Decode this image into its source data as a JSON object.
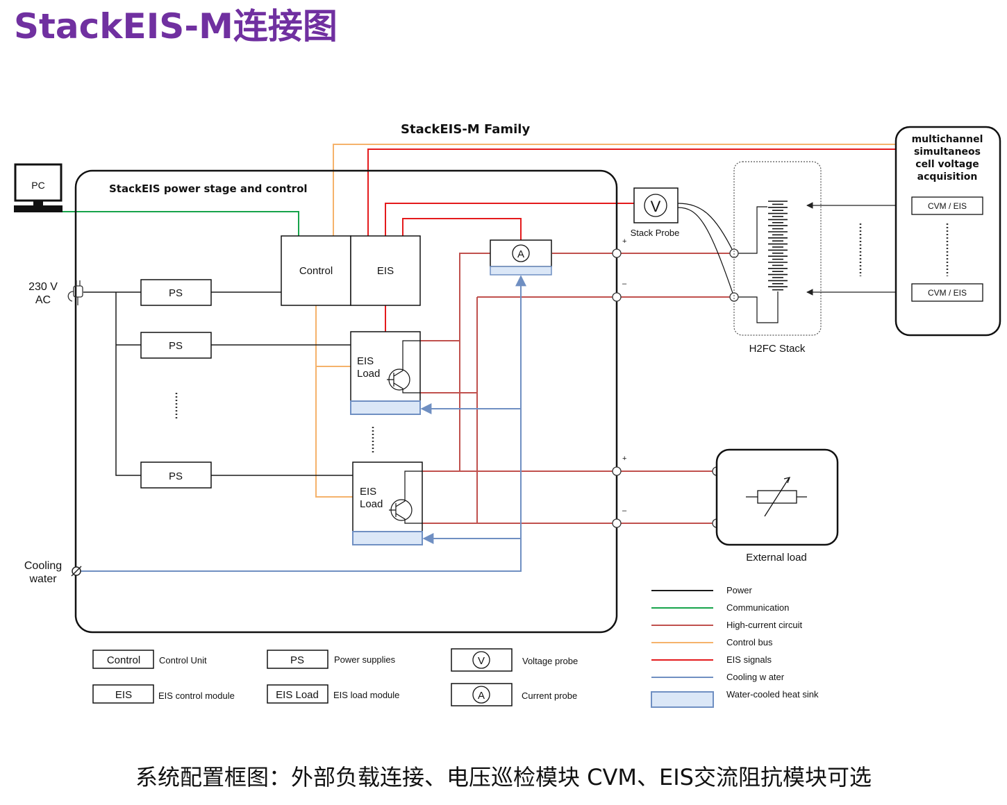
{
  "title": "StackEIS-M连接图",
  "caption": "系统配置框图：外部负载连接、电压巡检模块 CVM、EIS交流阻抗模块可选",
  "diagram": {
    "family_label": "StackEIS-M Family",
    "power_stage_label": "StackEIS power stage and control",
    "pc_label": "PC",
    "mains_label_1": "230 V",
    "mains_label_2": "AC",
    "cooling_label_1": "Cooling",
    "cooling_label_2": "water",
    "ps_label": "PS",
    "control_label": "Control",
    "eis_label": "EIS",
    "eis_load_label_1": "EIS",
    "eis_load_label_2": "Load",
    "ammeter_symbol": "A",
    "voltmeter_symbol": "V",
    "stack_probe_label": "Stack Probe",
    "h2fc_label": "H2FC Stack",
    "external_load_label": "External load",
    "plus_sign": "+",
    "minus_sign": "–",
    "cvm_title_lines": [
      "multichannel",
      "simultaneos",
      "cell voltage",
      "acquisition"
    ],
    "cvm_eis_label": "CVM / EIS"
  },
  "legend": {
    "symbols": [
      {
        "box": "Control",
        "desc": "Control Unit"
      },
      {
        "box": "EIS",
        "desc": "EIS control module"
      },
      {
        "box": "PS",
        "desc": "Power supplies"
      },
      {
        "box": "EIS Load",
        "desc": "EIS load module"
      },
      {
        "box": "V",
        "desc": "Voltage probe"
      },
      {
        "box": "A",
        "desc": "Current probe"
      }
    ],
    "lines": [
      {
        "label": "Power",
        "color": "#1a1a1a"
      },
      {
        "label": "Communication",
        "color": "#16a34a"
      },
      {
        "label": "High-current circuit",
        "color": "#c0504d"
      },
      {
        "label": "Control bus",
        "color": "#f5b26b"
      },
      {
        "label": "EIS signals",
        "color": "#e41a1c"
      },
      {
        "label": "Cooling w ater",
        "color": "#6f8fc2"
      },
      {
        "label": "Water-cooled heat sink",
        "color": "#dbe7f7"
      }
    ]
  }
}
